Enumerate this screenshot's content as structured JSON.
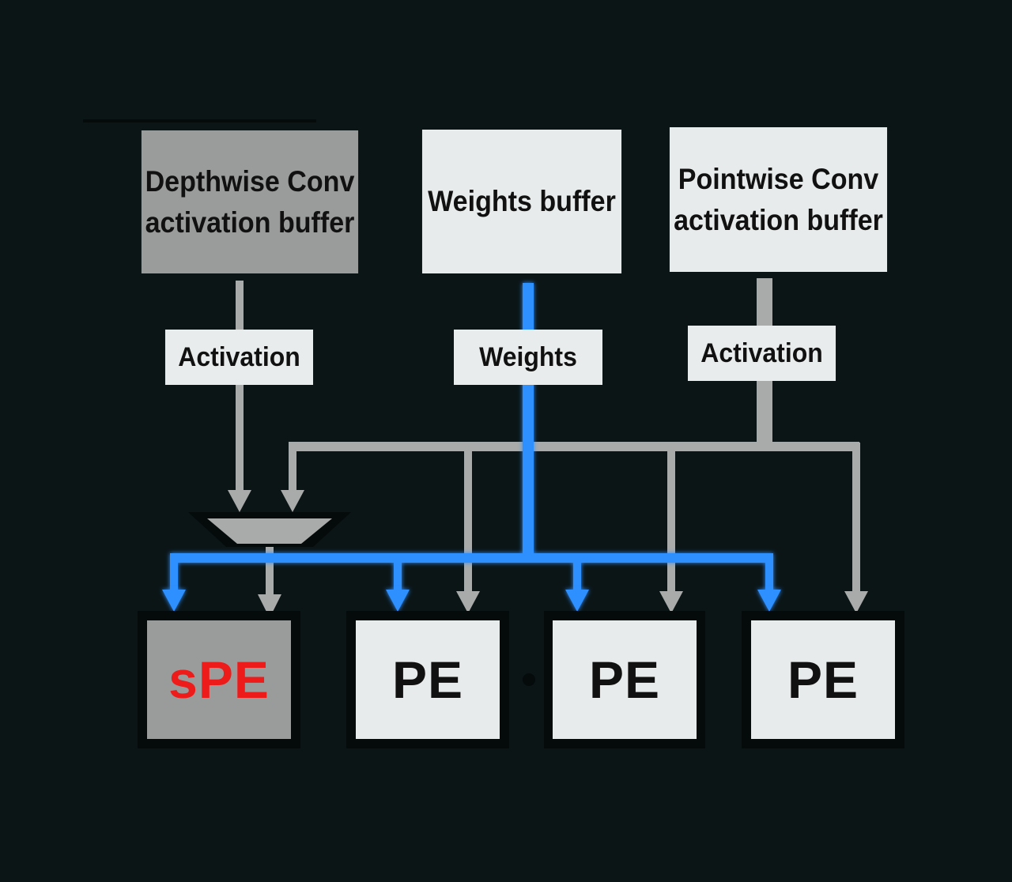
{
  "buffers": {
    "depthwise": {
      "line1": "Depthwise Conv",
      "line2": "activation buffer"
    },
    "weights": {
      "line1": "Weights buffer"
    },
    "pointwise": {
      "line1": "Pointwise Conv",
      "line2": "activation buffer"
    }
  },
  "labels": {
    "left_activation": "Activation",
    "weights": "Weights",
    "right_activation": "Activation"
  },
  "pes": [
    "sPE",
    "PE",
    "PE",
    "PE"
  ],
  "colors": {
    "background": "#0b1516",
    "gray_wire": "#a9abaa",
    "blue_wire": "#2f8fff",
    "spe_text": "#ee1b1b",
    "box_light": "#e8ebeb",
    "box_dark": "#9a9c9b"
  }
}
